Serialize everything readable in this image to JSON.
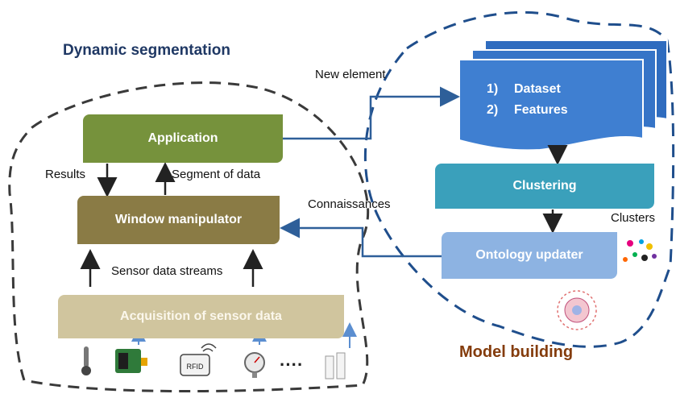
{
  "titles": {
    "dynamic_segmentation": "Dynamic segmentation",
    "model_building": "Model building"
  },
  "boxes": {
    "application": "Application",
    "window_manipulator": "Window manipulator",
    "acquisition": "Acquisition of sensor data",
    "clustering": "Clustering",
    "ontology_updater": "Ontology updater"
  },
  "dataset": {
    "item1_num": "1)",
    "item1": "Dataset",
    "item2_num": "2)",
    "item2": "Features"
  },
  "labels": {
    "results": "Results",
    "segment_of_data": "Segment of data",
    "sensor_data_streams": "Sensor data streams",
    "new_element": "New element",
    "connaissances": "Connaissances",
    "clusters": "Clusters",
    "ellipsis": "····"
  },
  "sensor_icons": [
    "thermometer-icon",
    "chip-sensor-icon",
    "rfid-icon",
    "gauge-icon",
    "door-sensor-icon"
  ],
  "colors": {
    "application": "#76923c",
    "window_manipulator": "#8a7b45",
    "acquisition": "#d0c59e",
    "clustering": "#3aa0bb",
    "ontology_updater": "#8db3e2",
    "dataset": "#3f7fd1",
    "arrow_blue": "#2e5f99",
    "title_left": "#1f3864",
    "title_right": "#843c0c"
  }
}
